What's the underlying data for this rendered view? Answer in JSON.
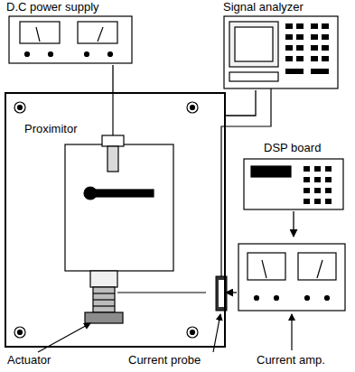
{
  "diagram": {
    "nodes": [
      {
        "text": [
          "D.C power supply"
        ]
      },
      {
        "text": [
          "Signal analyzer"
        ]
      },
      {
        "text": [
          "Proximitor"
        ]
      },
      {
        "text": [
          "DSP board"
        ]
      },
      {
        "text": [
          "Current amp."
        ]
      }
    ],
    "edges": [
      {
        "from": 0,
        "to": 2,
        "arrow": "none"
      },
      {
        "from": 1,
        "to": 2,
        "arrow": "none"
      },
      {
        "from": 3,
        "to": 4,
        "arrow": "to"
      },
      {
        "from": 4,
        "to": 2,
        "arrow": "to"
      }
    ],
    "labels": [
      "Actuator",
      "Current probe"
    ]
  }
}
